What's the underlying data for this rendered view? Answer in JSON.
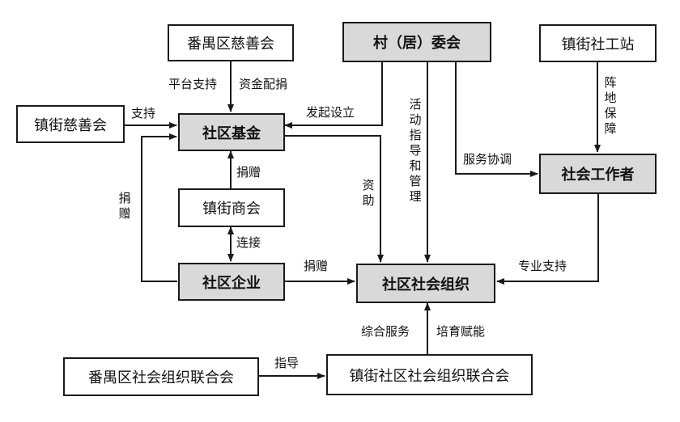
{
  "nodes": {
    "panyu_charity": "番禺区慈善会",
    "village_committee": "村（居）委会",
    "town_social_station": "镇街社工站",
    "town_charity": "镇街慈善会",
    "community_fund": "社区基金",
    "social_worker": "社会工作者",
    "town_chamber": "镇街商会",
    "community_enterprise": "社区企业",
    "community_org": "社区社会组织",
    "panyu_federation": "番禺区社会组织联合会",
    "town_federation": "镇街社区社会组织联合会"
  },
  "edge_labels": {
    "platform_support": "平台支持",
    "fund_raising": "资金配捐",
    "support": "支持",
    "initiate": "发起设立",
    "activity_guidance": "活动指导和管理",
    "site_guarantee": "阵地保障",
    "service_coordination": "服务协调",
    "donate_chamber": "捐赠",
    "donate_left": "捐赠",
    "funding": "资助",
    "connect": "连接",
    "donate_enterprise": "捐赠",
    "professional_support": "专业支持",
    "comprehensive_service": "综合服务",
    "empowerment": "培育赋能",
    "guidance": "指导"
  }
}
